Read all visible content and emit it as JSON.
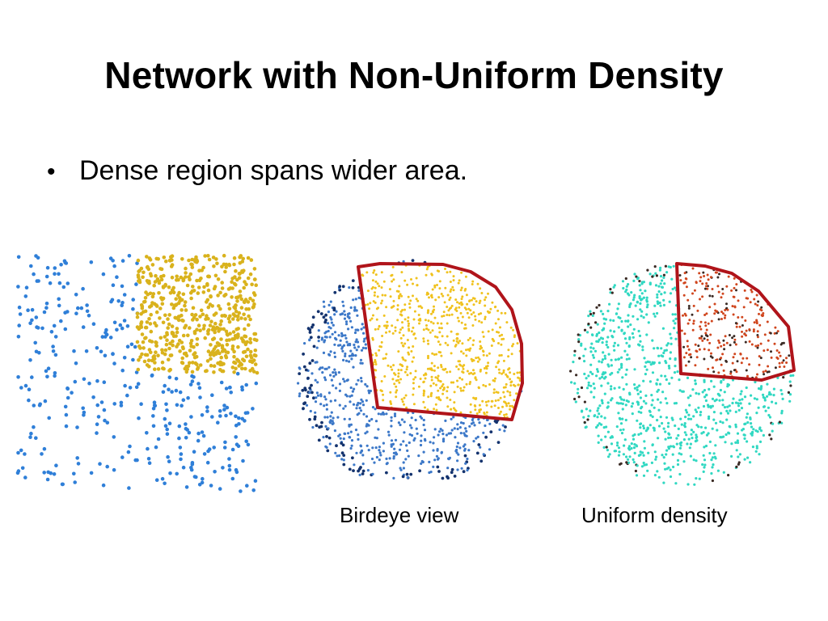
{
  "slide": {
    "title": "Network with Non-Uniform Density",
    "bullets": [
      "Dense region spans wider area."
    ]
  },
  "figures": {
    "square_network": {
      "sparse_color": "#2f7fd8",
      "dense_color": "#d9b21c"
    },
    "birdeye_view": {
      "caption": "Birdeye view",
      "outline_color": "#b0141a",
      "sparse_color": "#3c78c8",
      "dense_color": "#f0c21e",
      "edge_color": "#14336e"
    },
    "uniform_density": {
      "caption": "Uniform density",
      "outline_color": "#b0141a",
      "base_color": "#31d8c2",
      "region_color": "#d0461e",
      "dark_color": "#3a2a24"
    }
  }
}
